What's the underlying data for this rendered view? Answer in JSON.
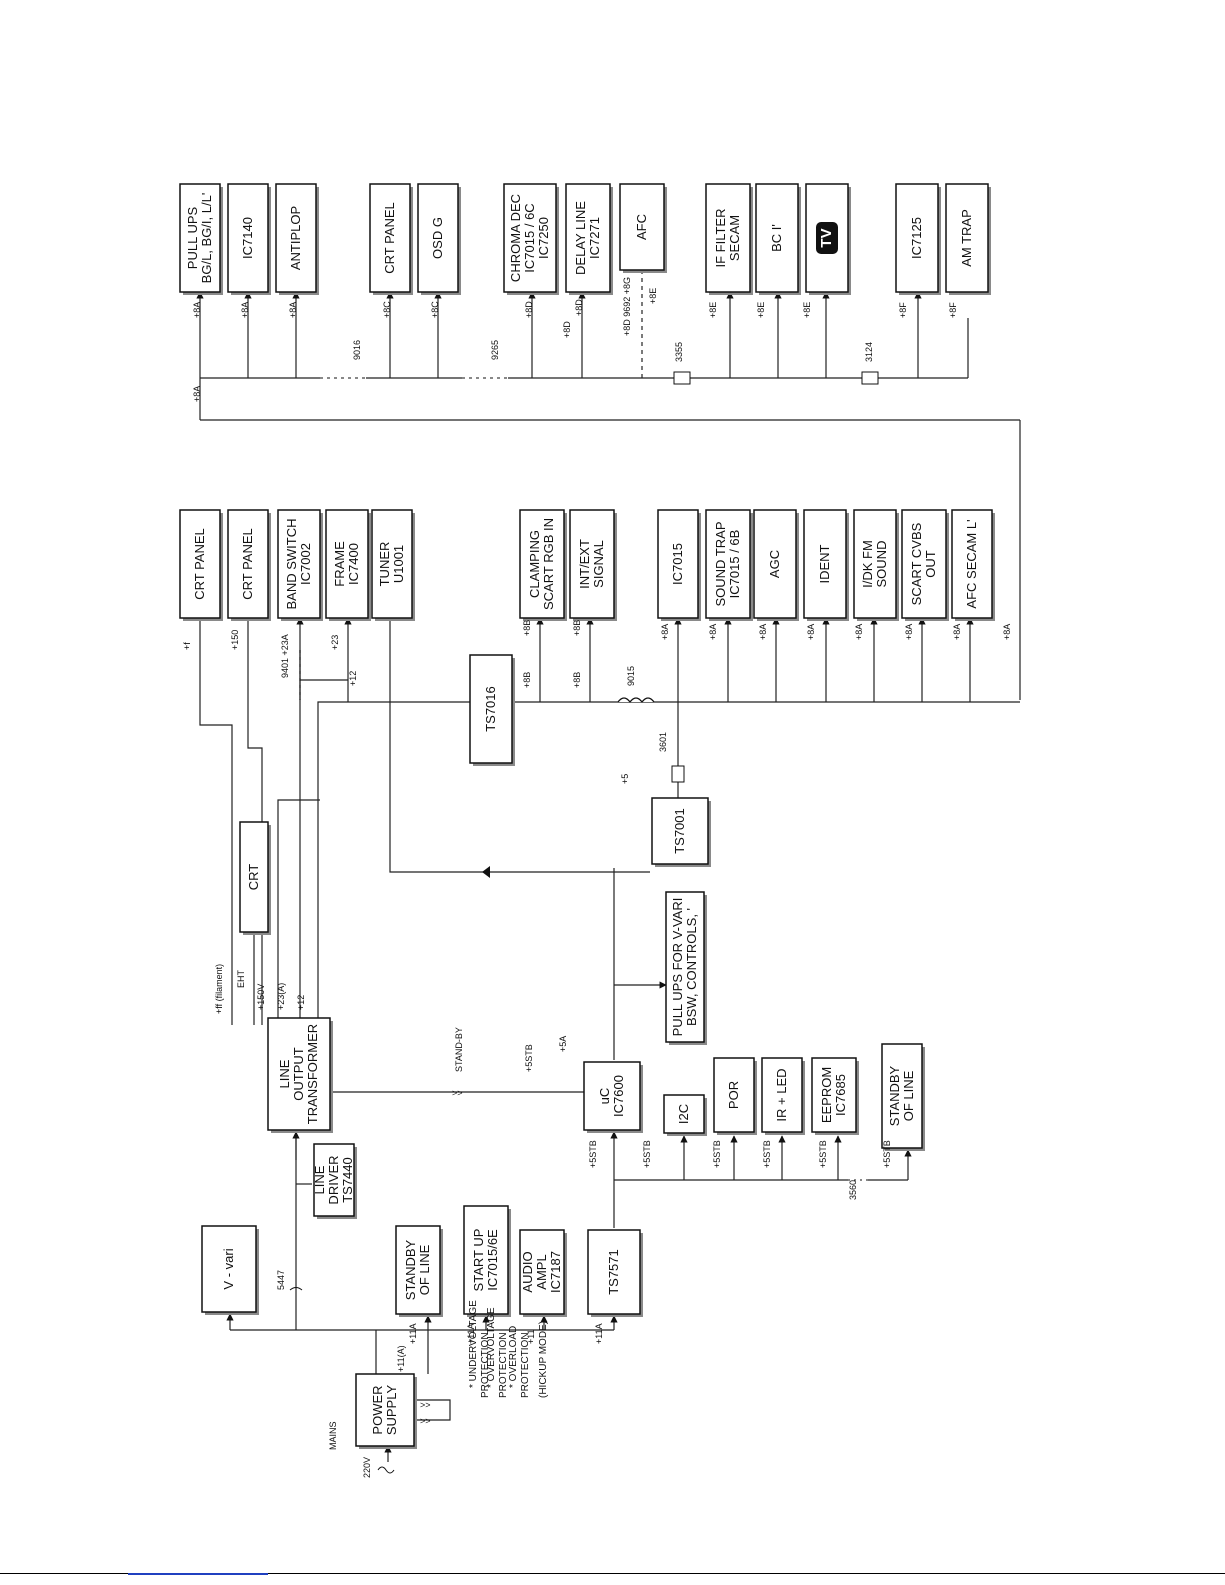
{
  "diagram": {
    "blocks": [
      {
        "id": "pullups",
        "lines": [
          "PULL UPS",
          "BG/L, BG/I, L/L'"
        ]
      },
      {
        "id": "ic7140",
        "lines": [
          "IC7140"
        ]
      },
      {
        "id": "antiplop",
        "lines": [
          "ANTIPLOP"
        ]
      },
      {
        "id": "crtpanel-r",
        "lines": [
          "CRT PANEL"
        ]
      },
      {
        "id": "osdg",
        "lines": [
          "OSD G"
        ]
      },
      {
        "id": "chromadec",
        "lines": [
          "CHROMA DEC",
          "IC7015 / 6C",
          "IC7250"
        ]
      },
      {
        "id": "delayline",
        "lines": [
          "DELAY LINE",
          "IC7271"
        ]
      },
      {
        "id": "afc",
        "lines": [
          "AFC"
        ]
      },
      {
        "id": "iffilter",
        "lines": [
          "IF FILTER",
          "SECAM"
        ]
      },
      {
        "id": "bcl",
        "lines": [
          "BC I'"
        ]
      },
      {
        "id": "tvlogo",
        "lines": [
          "TV"
        ]
      },
      {
        "id": "ic7125",
        "lines": [
          "IC7125"
        ]
      },
      {
        "id": "amtrap",
        "lines": [
          "AM TRAP"
        ]
      },
      {
        "id": "crtpanel1",
        "lines": [
          "CRT PANEL"
        ]
      },
      {
        "id": "crtpanel2",
        "lines": [
          "CRT PANEL"
        ]
      },
      {
        "id": "bandswitch",
        "lines": [
          "BAND SWITCH",
          "IC7002"
        ]
      },
      {
        "id": "frame",
        "lines": [
          "FRAME",
          "IC7400"
        ]
      },
      {
        "id": "tuner",
        "lines": [
          "TUNER",
          "U1001"
        ]
      },
      {
        "id": "clamping",
        "lines": [
          "CLAMPING",
          "SCART RGB IN"
        ]
      },
      {
        "id": "intext",
        "lines": [
          "INT/EXT",
          "SIGNAL"
        ]
      },
      {
        "id": "ic7015",
        "lines": [
          "IC7015"
        ]
      },
      {
        "id": "soundtrap",
        "lines": [
          "SOUND TRAP",
          "IC7015 / 6B"
        ]
      },
      {
        "id": "agc",
        "lines": [
          "AGC"
        ]
      },
      {
        "id": "ident",
        "lines": [
          "IDENT"
        ]
      },
      {
        "id": "idkfm",
        "lines": [
          "I/DK FM",
          "SOUND"
        ]
      },
      {
        "id": "scartcvbs",
        "lines": [
          "SCART CVBS",
          "OUT"
        ]
      },
      {
        "id": "afcsecam",
        "lines": [
          "AFC SECAM L'"
        ]
      },
      {
        "id": "ts7016",
        "lines": [
          "TS7016"
        ]
      },
      {
        "id": "ts7001",
        "lines": [
          "TS7001"
        ]
      },
      {
        "id": "crt",
        "lines": [
          "CRT"
        ]
      },
      {
        "id": "lot",
        "lines": [
          "LINE",
          "OUTPUT",
          "TRANSFORMER"
        ]
      },
      {
        "id": "pullupsv",
        "lines": [
          "PULL UPS FOR V-VARI",
          "BSW, CONTROLS, '"
        ]
      },
      {
        "id": "uc",
        "lines": [
          "uC",
          "IC7600"
        ]
      },
      {
        "id": "i2c",
        "lines": [
          "I2C"
        ]
      },
      {
        "id": "por",
        "lines": [
          "POR"
        ]
      },
      {
        "id": "irled",
        "lines": [
          "IR + LED"
        ]
      },
      {
        "id": "eeprom",
        "lines": [
          "EEPROM",
          "IC7685"
        ]
      },
      {
        "id": "standby-uc",
        "lines": [
          "STANDBY",
          "OF LINE"
        ]
      },
      {
        "id": "linedriver",
        "lines": [
          "LINE",
          "DRIVER",
          "TS7440"
        ]
      },
      {
        "id": "vvari",
        "lines": [
          "V - vari"
        ]
      },
      {
        "id": "standby-ps",
        "lines": [
          "STANDBY",
          "OF LINE"
        ]
      },
      {
        "id": "startup",
        "lines": [
          "START UP",
          "IC7015/6E"
        ]
      },
      {
        "id": "audioampl",
        "lines": [
          "AUDIO",
          "AMPL",
          "IC7187"
        ]
      },
      {
        "id": "ts7571",
        "lines": [
          "TS7571"
        ]
      },
      {
        "id": "powersupply",
        "lines": [
          "POWER",
          "SUPPLY"
        ]
      }
    ],
    "labels": {
      "p8a_top": "+8A",
      "p8a_a": "+8A",
      "p8a_b": "+8A",
      "p8a_c": "+8A",
      "n9016": "9016",
      "p8c_a": "+8C",
      "p8c_b": "+8C",
      "n9265": "9265",
      "p8d_a": "+8D",
      "p8d_b": "+8D",
      "p8d_c": "+8D",
      "n9692": "+8D 9692 +8G",
      "p8e_afc": "+8E",
      "n3355": "3355",
      "p8e_a": "+8E",
      "p8e_b": "+8E",
      "p8e_c": "+8E",
      "n3124": "3124",
      "p8f_a": "+8F",
      "p8f_b": "+8F",
      "pf": "+f",
      "p150": "+150",
      "n9401": "9401 +23A",
      "p23": "+23",
      "p12": "+12",
      "p8b_a": "+8B",
      "p8b_b": "+8B",
      "p8b_c": "+8B",
      "p8b_d": "+8B",
      "n9015": "9015",
      "p8a_1": "+8A",
      "p8a_2": "+8A",
      "p8a_3": "+8A",
      "p8a_4": "+8A",
      "p8a_5": "+8A",
      "p8a_6": "+8A",
      "p8a_7": "+8A",
      "p8a_8": "+8A",
      "n3601": "3601",
      "p5_ts": "+5",
      "ff": "+ff (filament)",
      "eht": "EHT",
      "p150v": "+150V",
      "p23a": "+23(A)",
      "p12l": "+12",
      "standby": "STAND-BY",
      "p5stb_uc": "+5STB",
      "p5a": "+5A",
      "p5stb_1": "+5STB",
      "p5stb_2": "+5STB",
      "p5stb_3": "+5STB",
      "p5stb_4": "+5STB",
      "p5stb_5": "+5STB",
      "p5stb_6": "+5STB",
      "n3560": "3560",
      "n5447": "5447",
      "p11a_1": "+11A",
      "p11a_2": "+11A",
      "p11": "+11",
      "p11a_3": "+11A",
      "p11a_ps": "+11(A)",
      "mains": "MAINS",
      "v220": "220V",
      "prot1": "* UNDERVOLTAGE",
      "prot1b": "PROTECTION",
      "prot2": "* OVERVOLTAGE",
      "prot2b": "PROTECTION",
      "prot3": "* OVERLOAD",
      "prot3b": "PROTECTION",
      "prot3c": "(HICKUP MODE)"
    }
  }
}
